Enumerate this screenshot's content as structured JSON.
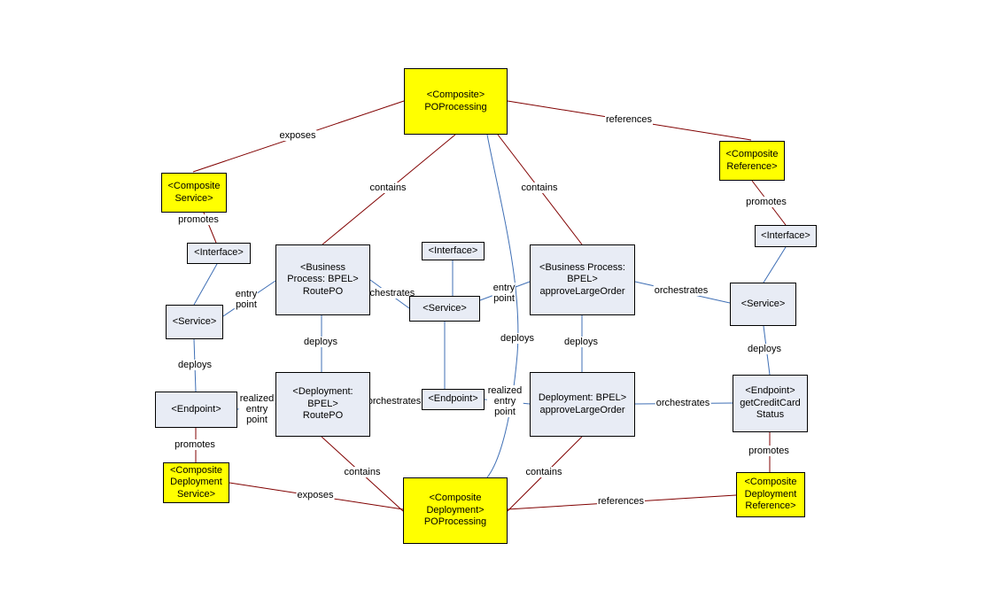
{
  "nodes": [
    {
      "id": "composite",
      "text": "<Composite>\nPOProcessing",
      "color": "yellow"
    },
    {
      "id": "composite-service",
      "text": "<Composite\nService>",
      "color": "yellow"
    },
    {
      "id": "composite-reference",
      "text": "<Composite\nReference>",
      "color": "yellow"
    },
    {
      "id": "interface-left",
      "text": "<Interface>",
      "color": "blue"
    },
    {
      "id": "service-left",
      "text": "<Service>",
      "color": "blue"
    },
    {
      "id": "endpoint-left",
      "text": "<Endpoint>",
      "color": "blue"
    },
    {
      "id": "bp-routepo",
      "text": "<Business\nProcess: BPEL>\nRoutePO",
      "color": "blue"
    },
    {
      "id": "deployment-routepo",
      "text": "<Deployment:\nBPEL>\nRoutePO",
      "color": "blue"
    },
    {
      "id": "interface-mid",
      "text": "<Interface>",
      "color": "blue"
    },
    {
      "id": "service-mid",
      "text": "<Service>",
      "color": "blue"
    },
    {
      "id": "endpoint-mid",
      "text": "<Endpoint>",
      "color": "blue"
    },
    {
      "id": "bp-approve",
      "text": "<Business Process:\nBPEL>\napproveLargeOrder",
      "color": "blue"
    },
    {
      "id": "deployment-approve",
      "text": "Deployment: BPEL>\napproveLargeOrder",
      "color": "blue"
    },
    {
      "id": "interface-right",
      "text": "<Interface>",
      "color": "blue"
    },
    {
      "id": "service-right",
      "text": "<Service>",
      "color": "blue"
    },
    {
      "id": "endpoint-right",
      "text": "<Endpoint>\ngetCreditCard\nStatus",
      "color": "blue"
    },
    {
      "id": "cd-service",
      "text": "<Composite\nDeployment\nService>",
      "color": "yellow"
    },
    {
      "id": "composite-deployment",
      "text": "<Composite\nDeployment>\nPOProcessing",
      "color": "yellow"
    },
    {
      "id": "cd-reference",
      "text": "<Composite\nDeployment\nReference>",
      "color": "yellow"
    }
  ],
  "edges": [
    {
      "from": "composite",
      "to": "composite-service",
      "label": "exposes",
      "color": "#800000"
    },
    {
      "from": "composite",
      "to": "composite-reference",
      "label": "references",
      "color": "#800000"
    },
    {
      "from": "composite",
      "to": "bp-routepo",
      "label": "contains",
      "color": "#800000"
    },
    {
      "from": "composite",
      "to": "bp-approve",
      "label": "contains",
      "color": "#800000"
    },
    {
      "from": "composite",
      "to": "composite-deployment",
      "label": "deploys",
      "color": "#3f6fb5"
    },
    {
      "from": "composite-service",
      "to": "interface-left",
      "label": "promotes",
      "color": "#800000"
    },
    {
      "from": "interface-left",
      "to": "service-left",
      "label": "",
      "color": "#3f6fb5"
    },
    {
      "from": "service-left",
      "to": "bp-routepo",
      "label": "entry\npoint",
      "color": "#3f6fb5"
    },
    {
      "from": "service-left",
      "to": "endpoint-left",
      "label": "deploys",
      "color": "#3f6fb5"
    },
    {
      "from": "endpoint-left",
      "to": "deployment-routepo",
      "label": "realized\nentry\npoint",
      "color": "#3f6fb5"
    },
    {
      "from": "endpoint-left",
      "to": "cd-service",
      "label": "promotes",
      "color": "#800000"
    },
    {
      "from": "bp-routepo",
      "to": "service-mid",
      "label": "orchestrates",
      "color": "#3f6fb5"
    },
    {
      "from": "bp-routepo",
      "to": "deployment-routepo",
      "label": "deploys",
      "color": "#3f6fb5"
    },
    {
      "from": "interface-mid",
      "to": "service-mid",
      "label": "",
      "color": "#3f6fb5"
    },
    {
      "from": "service-mid",
      "to": "bp-approve",
      "label": "entry\npoint",
      "color": "#3f6fb5"
    },
    {
      "from": "service-mid",
      "to": "endpoint-mid",
      "label": "",
      "color": "#3f6fb5"
    },
    {
      "from": "deployment-routepo",
      "to": "endpoint-mid",
      "label": "orchestrates",
      "color": "#3f6fb5"
    },
    {
      "from": "endpoint-mid",
      "to": "deployment-approve",
      "label": "realized\nentry\npoint",
      "color": "#3f6fb5"
    },
    {
      "from": "bp-approve",
      "to": "service-right",
      "label": "orchestrates",
      "color": "#3f6fb5"
    },
    {
      "from": "bp-approve",
      "to": "deployment-approve",
      "label": "deploys",
      "color": "#3f6fb5"
    },
    {
      "from": "deployment-approve",
      "to": "endpoint-right",
      "label": "orchestrates",
      "color": "#3f6fb5"
    },
    {
      "from": "composite-reference",
      "to": "interface-right",
      "label": "promotes",
      "color": "#800000"
    },
    {
      "from": "interface-right",
      "to": "service-right",
      "label": "",
      "color": "#3f6fb5"
    },
    {
      "from": "service-right",
      "to": "endpoint-right",
      "label": "deploys",
      "color": "#3f6fb5"
    },
    {
      "from": "endpoint-right",
      "to": "cd-reference",
      "label": "promotes",
      "color": "#800000"
    },
    {
      "from": "deployment-routepo",
      "to": "composite-deployment",
      "label": "contains",
      "color": "#800000"
    },
    {
      "from": "deployment-approve",
      "to": "composite-deployment",
      "label": "contains",
      "color": "#800000"
    },
    {
      "from": "cd-service",
      "to": "composite-deployment",
      "label": "exposes",
      "color": "#800000"
    },
    {
      "from": "composite-deployment",
      "to": "cd-reference",
      "label": "references",
      "color": "#800000"
    }
  ]
}
